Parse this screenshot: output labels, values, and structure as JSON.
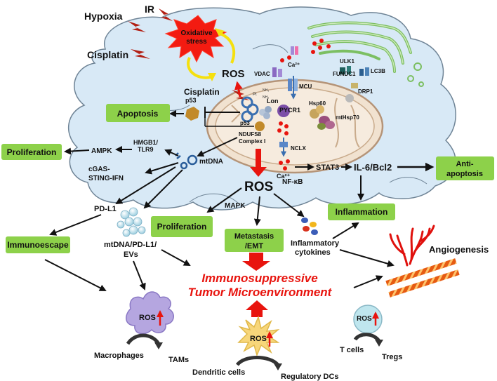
{
  "stimuli": {
    "hypoxia": "Hypoxia",
    "ir": "IR",
    "cisplatin_left": "Cisplatin",
    "oxidative_stress": [
      "Oxidative",
      "stress"
    ]
  },
  "center": {
    "ros_top": "ROS",
    "ros_main": "ROS",
    "cisplatin_mito": "Cisplatin"
  },
  "mito_labels": {
    "vdac": "VDAC",
    "ca_top": "Ca²⁺",
    "mcu": "MCU",
    "lon": "Lon",
    "pycr1": "PYCR1",
    "hsp60": "Hsp60",
    "mthsp70": "mtHsp70",
    "p53_inner": "p53",
    "ndufs8": "NDUFS8",
    "complex1": "Complex I",
    "nclx": "NCLX",
    "ca_bottom": "Ca²⁺",
    "ulk1": "ULK1",
    "fundc1": "FUNDC1",
    "lc3b": "LC3B",
    "drp1": "DRP1",
    "pt": "Pt",
    "nh3a": "NH₃",
    "nh3b": "NH₃"
  },
  "signals": {
    "p53_outer": "p53",
    "ampk": "AMPK",
    "hmgb1": [
      "HMGB1/",
      "TLR9"
    ],
    "mtdna": "mtDNA",
    "cgas": [
      "cGAS-",
      "STING-IFN"
    ],
    "pdl1": "PD-L1",
    "stat3": "STAT3",
    "il6": "IL-6/Bcl2",
    "nfkb": "NF-κB",
    "mapk": "MAPK",
    "mtdna_evs": [
      "mtDNA/PD-L1/",
      "EVs"
    ],
    "inflam_cyto": [
      "Inflammatory",
      "cytokines"
    ],
    "angiogenesis": "Angiogenesis"
  },
  "boxes": {
    "apoptosis": "Apoptosis",
    "proliferation_left": "Proliferation",
    "anti_apoptosis": [
      "Anti-",
      "apoptosis"
    ],
    "inflammation": "Inflammation",
    "immunoescape": "Immunoescape",
    "proliferation_mid": "Proliferation",
    "metastasis": [
      "Metastasis",
      "/EMT"
    ]
  },
  "tme": [
    "Immunosuppressive",
    "Tumor Microenvironment"
  ],
  "cells": {
    "ros_mac": "ROS",
    "ros_dc": "ROS",
    "ros_t": "ROS",
    "macrophages": "Macrophages",
    "tams": "TAMs",
    "dendritic": "Dendritic cells",
    "regdc": "Regulatory DCs",
    "tcells": "T cells",
    "tregs": "Tregs"
  },
  "colors": {
    "cell_fill": "#d8e9f6",
    "cell_stroke": "#6f8496",
    "box_fill": "#8dd14a",
    "ros_red": "#e8140e",
    "mito_fill": "#f1e2d0"
  }
}
